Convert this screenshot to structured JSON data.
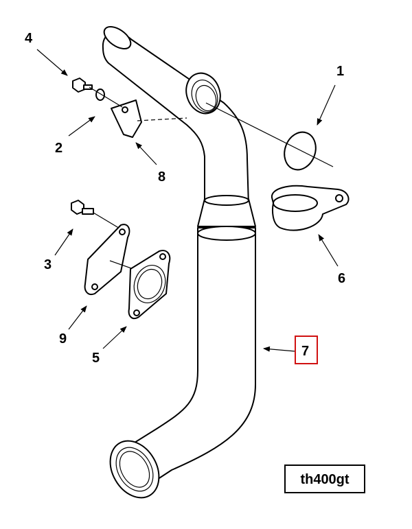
{
  "diagram": {
    "callouts": [
      {
        "id": "c1",
        "label": "1"
      },
      {
        "id": "c2",
        "label": "2"
      },
      {
        "id": "c3",
        "label": "3"
      },
      {
        "id": "c4",
        "label": "4"
      },
      {
        "id": "c5",
        "label": "5"
      },
      {
        "id": "c6",
        "label": "6"
      },
      {
        "id": "c7",
        "label": "7",
        "highlighted": true
      },
      {
        "id": "c8",
        "label": "8"
      },
      {
        "id": "c9",
        "label": "9"
      }
    ],
    "highlight_color": "#d01010",
    "tag": "th400gt"
  }
}
